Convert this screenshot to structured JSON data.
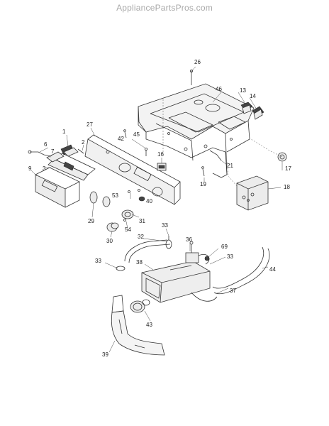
{
  "site": {
    "name": "AppliancePartsPros.com"
  },
  "callouts": [
    "1",
    "2",
    "3",
    "6",
    "7",
    "9",
    "13",
    "14",
    "16",
    "17",
    "18",
    "19",
    "21",
    "26",
    "27",
    "29",
    "30",
    "31",
    "32",
    "33",
    "33",
    "33",
    "36",
    "37",
    "38",
    "39",
    "40",
    "42",
    "43",
    "44",
    "45",
    "46",
    "53",
    "54",
    "69"
  ]
}
